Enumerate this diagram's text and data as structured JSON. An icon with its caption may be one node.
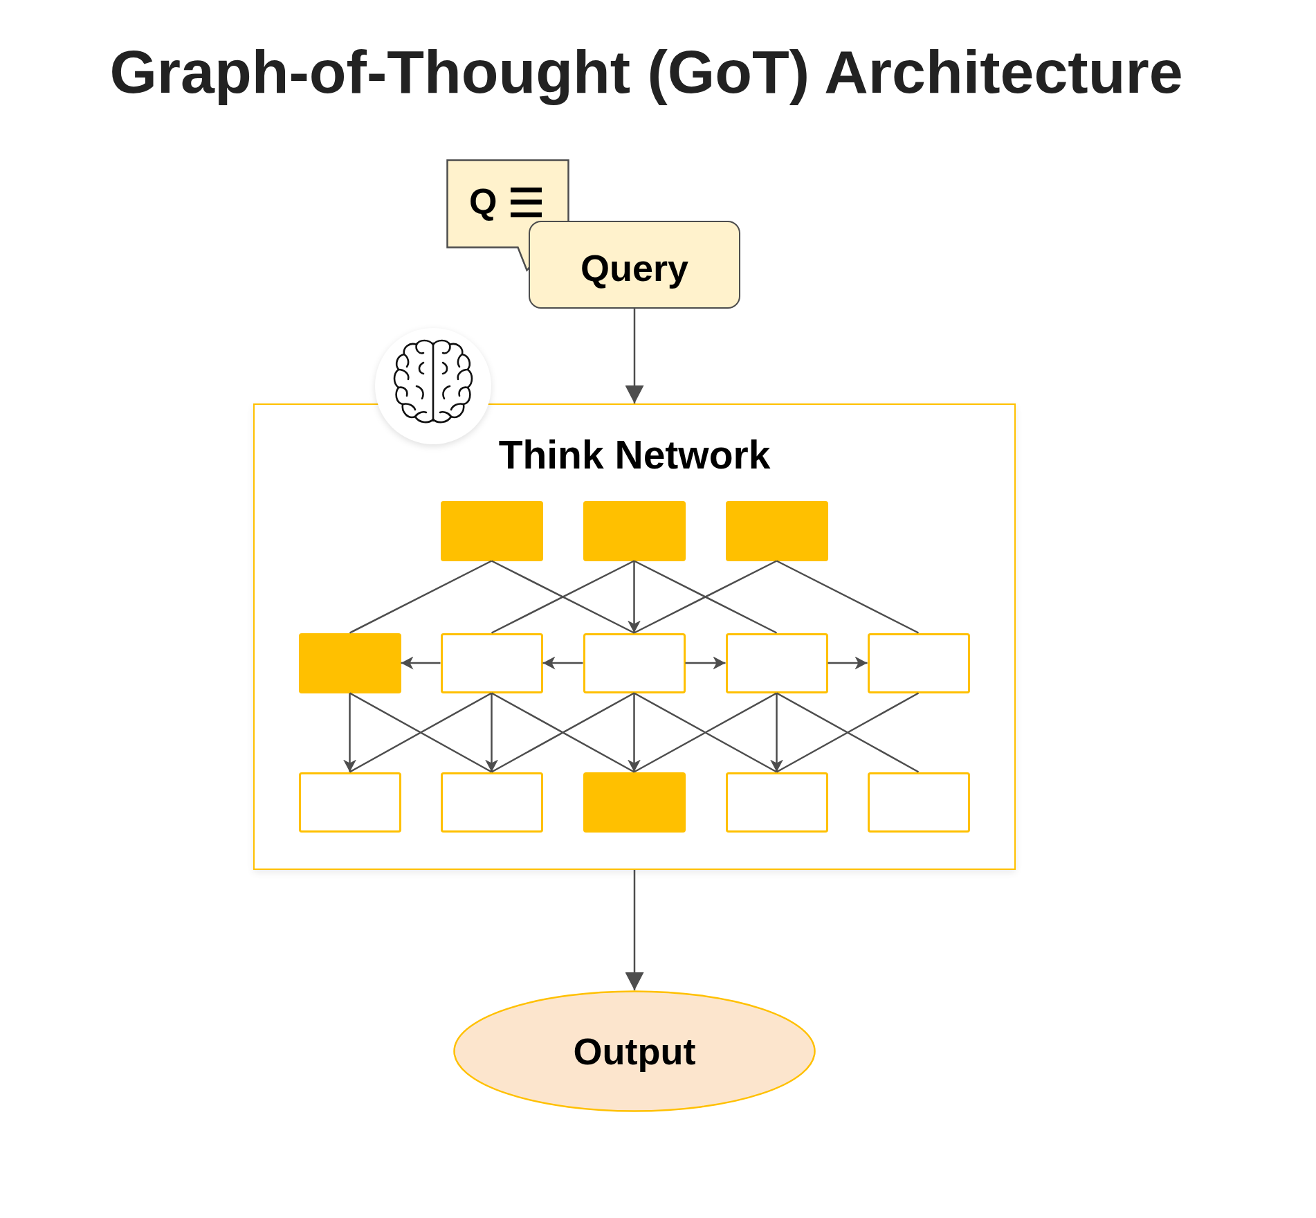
{
  "diagram": {
    "title": "Graph-of-Thought (GoT) Architecture",
    "nodes": [
      {
        "text": [
          "Q"
        ]
      },
      {
        "text": [
          "Query"
        ]
      },
      {
        "text": [
          "Think Network"
        ]
      },
      {
        "text": [],
        "shape": "box",
        "in": 2
      },
      {
        "text": [],
        "shape": "box",
        "in": 2
      },
      {
        "text": [],
        "shape": "box",
        "in": 2
      },
      {
        "text": [],
        "shape": "box",
        "in": 2
      },
      {
        "text": [],
        "shape": "box",
        "in": 2
      },
      {
        "text": [],
        "shape": "box",
        "in": 2
      },
      {
        "text": [],
        "shape": "box",
        "in": 2
      },
      {
        "text": [],
        "shape": "box",
        "in": 2
      },
      {
        "text": [],
        "shape": "box",
        "in": 2
      },
      {
        "text": [],
        "shape": "box",
        "in": 2
      },
      {
        "text": [],
        "shape": "box",
        "in": 2
      },
      {
        "text": [],
        "shape": "box",
        "in": 2
      },
      {
        "text": [],
        "shape": "box",
        "in": 2
      },
      {
        "text": [
          "Output"
        ]
      }
    ],
    "edges": [
      {
        "from": 1,
        "to": 2,
        "arrow": "to"
      },
      {
        "from": 2,
        "to": 16,
        "arrow": "to"
      },
      {
        "from": 3,
        "to": 6,
        "arrow": "none"
      },
      {
        "from": 3,
        "to": 8,
        "arrow": "none"
      },
      {
        "from": 4,
        "to": 7,
        "arrow": "none"
      },
      {
        "from": 4,
        "to": 8,
        "arrow": "to"
      },
      {
        "from": 4,
        "to": 9,
        "arrow": "none"
      },
      {
        "from": 5,
        "to": 8,
        "arrow": "none"
      },
      {
        "from": 5,
        "to": 10,
        "arrow": "none"
      },
      {
        "from": 7,
        "to": 6,
        "arrow": "to"
      },
      {
        "from": 8,
        "to": 7,
        "arrow": "to"
      },
      {
        "from": 8,
        "to": 9,
        "arrow": "to"
      },
      {
        "from": 9,
        "to": 10,
        "arrow": "to"
      },
      {
        "from": 6,
        "to": 11,
        "arrow": "to"
      },
      {
        "from": 6,
        "to": 12,
        "arrow": "none"
      },
      {
        "from": 7,
        "to": 11,
        "arrow": "none"
      },
      {
        "from": 7,
        "to": 12,
        "arrow": "to"
      },
      {
        "from": 7,
        "to": 13,
        "arrow": "none"
      },
      {
        "from": 8,
        "to": 12,
        "arrow": "none"
      },
      {
        "from": 8,
        "to": 13,
        "arrow": "to"
      },
      {
        "from": 8,
        "to": 14,
        "arrow": "none"
      },
      {
        "from": 9,
        "to": 13,
        "arrow": "none"
      },
      {
        "from": 9,
        "to": 14,
        "arrow": "to"
      },
      {
        "from": 9,
        "to": 15,
        "arrow": "none"
      },
      {
        "from": 10,
        "to": 14,
        "arrow": "none"
      }
    ]
  }
}
